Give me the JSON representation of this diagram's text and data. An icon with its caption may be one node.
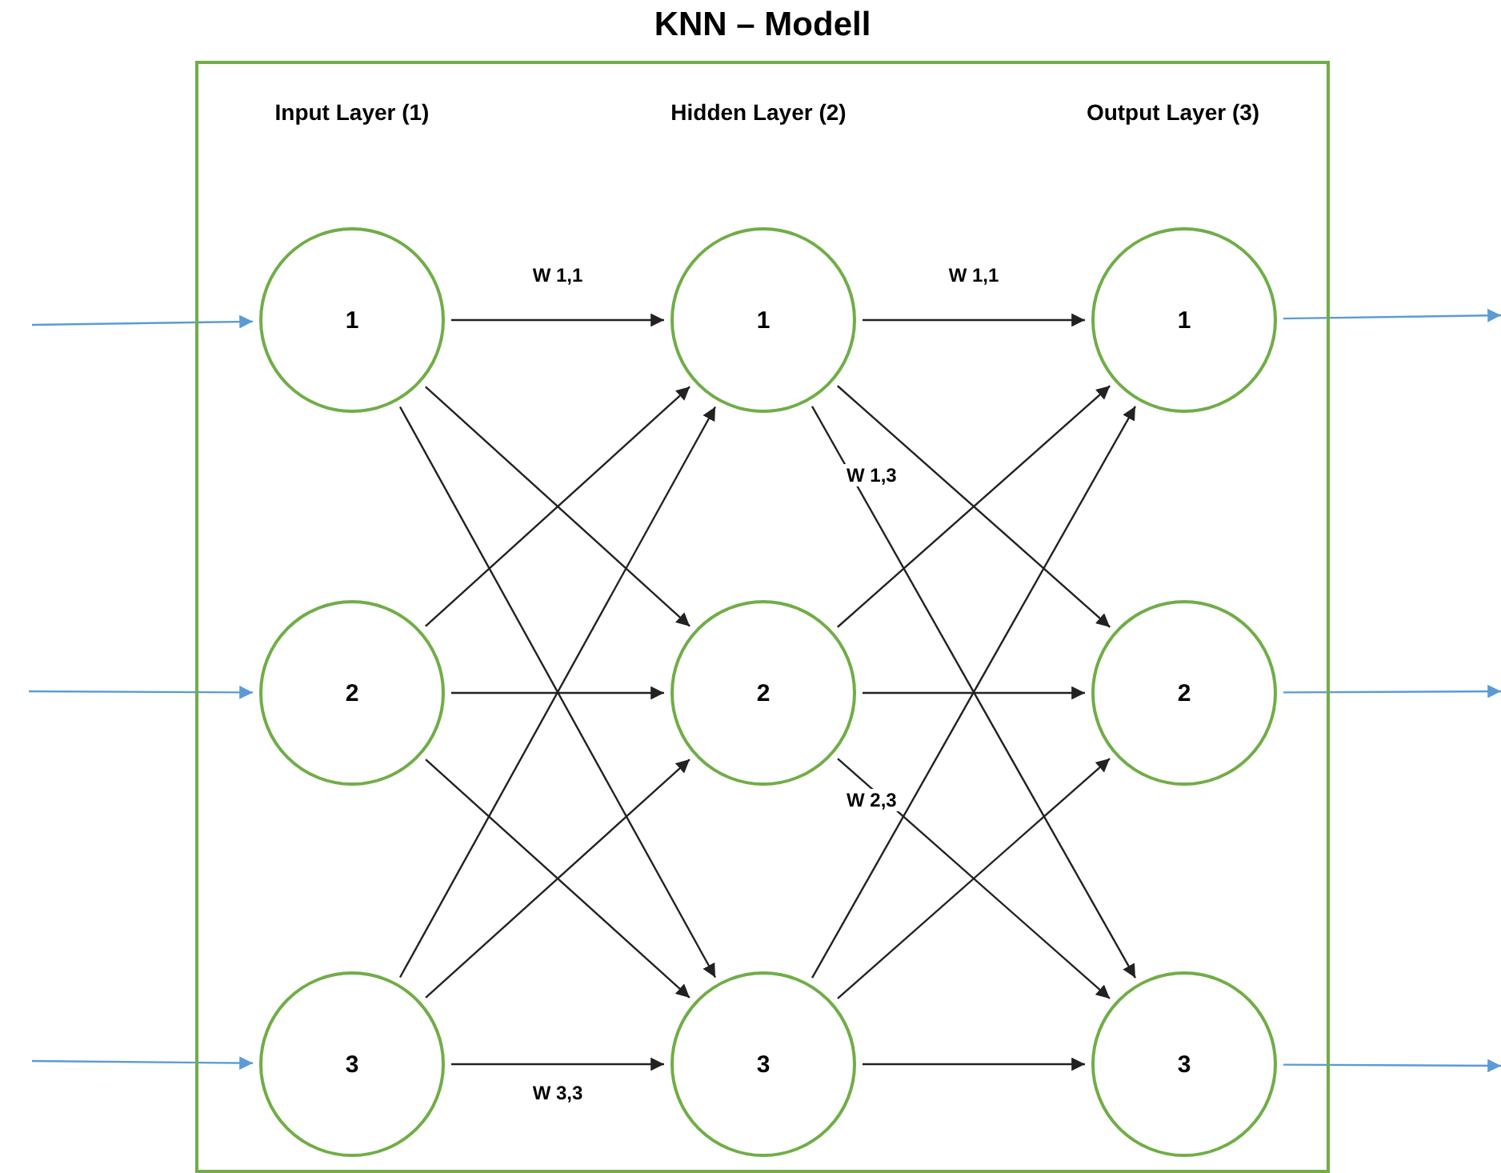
{
  "diagram": {
    "nodes": [
      {
        "text": [
          "KNN – Modell"
        ]
      },
      {
        "text": [
          "1"
        ],
        "in": 0
      },
      {
        "text": [
          "2"
        ],
        "in": 0
      },
      {
        "text": [
          "3"
        ],
        "in": 0
      },
      {
        "text": [
          "1"
        ],
        "in": 0
      },
      {
        "text": [
          "2"
        ],
        "in": 0
      },
      {
        "text": [
          "3"
        ],
        "in": 0
      },
      {
        "text": [
          "1"
        ],
        "in": 0
      },
      {
        "text": [
          "2"
        ],
        "in": 0
      },
      {
        "text": [
          "3"
        ],
        "in": 0
      }
    ],
    "edges": [
      {
        "from": null,
        "to": 1,
        "arrow": "to",
        "color": "#5b9bd5"
      },
      {
        "from": null,
        "to": 2,
        "arrow": "to",
        "color": "#5b9bd5"
      },
      {
        "from": null,
        "to": 3,
        "arrow": "to",
        "color": "#5b9bd5"
      },
      {
        "from": 1,
        "to": 4,
        "arrow": "to",
        "label": "W 1,1"
      },
      {
        "from": 1,
        "to": 5,
        "arrow": "to"
      },
      {
        "from": 1,
        "to": 6,
        "arrow": "to"
      },
      {
        "from": 2,
        "to": 4,
        "arrow": "to"
      },
      {
        "from": 2,
        "to": 5,
        "arrow": "to"
      },
      {
        "from": 2,
        "to": 6,
        "arrow": "to"
      },
      {
        "from": 3,
        "to": 4,
        "arrow": "to"
      },
      {
        "from": 3,
        "to": 5,
        "arrow": "to"
      },
      {
        "from": 3,
        "to": 6,
        "arrow": "to",
        "label": "W 3,3"
      },
      {
        "from": 4,
        "to": 7,
        "arrow": "to",
        "label": "W 1,1"
      },
      {
        "from": 4,
        "to": 8,
        "arrow": "to"
      },
      {
        "from": 4,
        "to": 9,
        "arrow": "to"
      },
      {
        "from": 5,
        "to": 7,
        "arrow": "to"
      },
      {
        "from": 5,
        "to": 8,
        "arrow": "to"
      },
      {
        "from": 5,
        "to": 9,
        "arrow": "to"
      },
      {
        "from": 6,
        "to": 7,
        "arrow": "to"
      },
      {
        "from": 6,
        "to": 8,
        "arrow": "to"
      },
      {
        "from": 6,
        "to": 9,
        "arrow": "to"
      },
      {
        "from": 7,
        "to": null,
        "arrow": "to",
        "color": "#5b9bd5"
      },
      {
        "from": 8,
        "to": null,
        "arrow": "to",
        "color": "#5b9bd5"
      },
      {
        "from": 9,
        "to": null,
        "arrow": "to",
        "color": "#5b9bd5"
      }
    ],
    "labels": [
      "Input Layer (1)",
      "Hidden Layer (2)",
      "Output Layer (3)",
      "W 1,3",
      "W 2,3"
    ]
  }
}
